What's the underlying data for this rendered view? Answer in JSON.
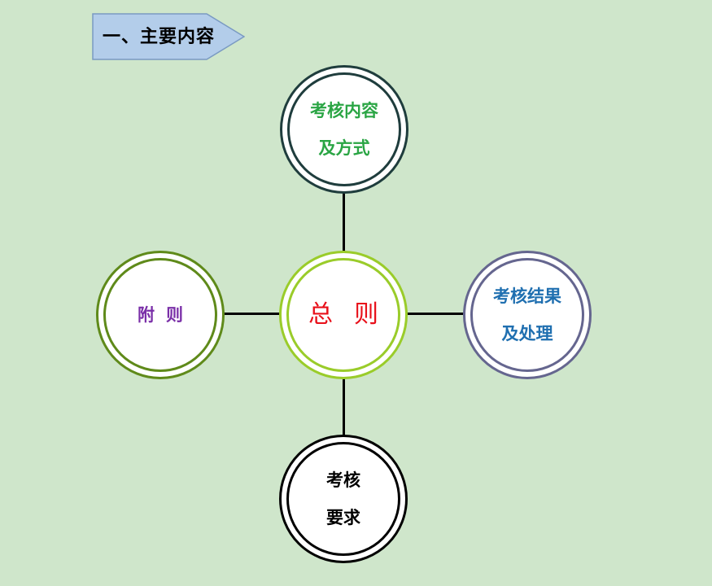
{
  "section": {
    "title": "一、主要内容",
    "tag_fill": "#b3cdea",
    "tag_stroke": "#7a9ac2"
  },
  "diagram": {
    "center": {
      "label": "总则",
      "chars": [
        "总",
        "则"
      ],
      "color": "#e8101a"
    },
    "top": {
      "lines": [
        "考核内容",
        "及方式"
      ],
      "color": "#2aa544"
    },
    "left": {
      "label": "附则",
      "chars": [
        "附",
        "则"
      ],
      "color": "#7a2fa8"
    },
    "right": {
      "lines": [
        "考核结果",
        "及处理"
      ],
      "color": "#1f6fb0"
    },
    "bottom": {
      "lines": [
        "考核",
        "要求"
      ],
      "color": "#000000"
    }
  }
}
